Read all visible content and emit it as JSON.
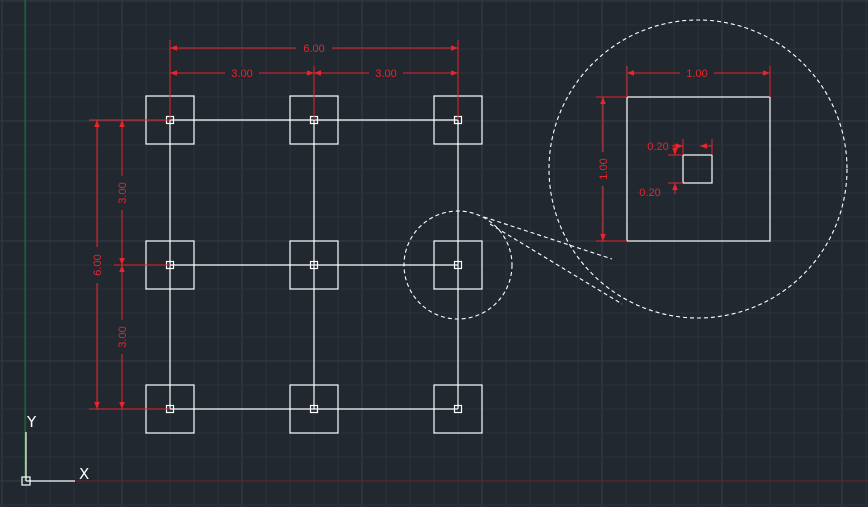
{
  "colors": {
    "background": "#212830",
    "grid_minor": "#2b323b",
    "grid_major": "#363e48",
    "geometry": "#ffffff",
    "dimension": "#e8252b",
    "y_axis": "#1f7a2a",
    "x_axis": "#7a1f1f"
  },
  "dimensions": {
    "overall_width": "6.00",
    "span_left": "3.00",
    "span_right": "3.00",
    "overall_height": "6.00",
    "span_top": "3.00",
    "span_bottom": "3.00"
  },
  "detail": {
    "footing_size": "1.00",
    "footing_height": "1.00",
    "column_width": "0.20",
    "column_height": "0.20"
  },
  "ucs": {
    "x_label": "X",
    "y_label": "Y"
  }
}
